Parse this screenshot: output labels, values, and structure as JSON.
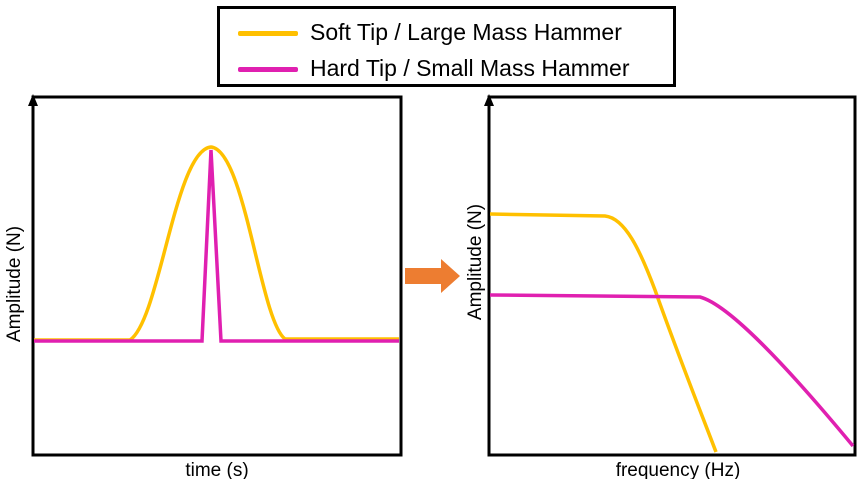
{
  "legend": {
    "items": [
      {
        "label": "Soft Tip / Large Mass Hammer",
        "color": "#FFC000"
      },
      {
        "label": "Hard Tip / Small Mass Hammer",
        "color": "#E020B0"
      }
    ]
  },
  "left_panel": {
    "ylabel": "Amplitude (N)",
    "xlabel": "time (s)"
  },
  "right_panel": {
    "ylabel": "Amplitude (N)",
    "xlabel": "frequency (Hz)"
  },
  "transition_arrow": {
    "color": "#ED7D31",
    "icon": "right-arrow-icon"
  }
}
